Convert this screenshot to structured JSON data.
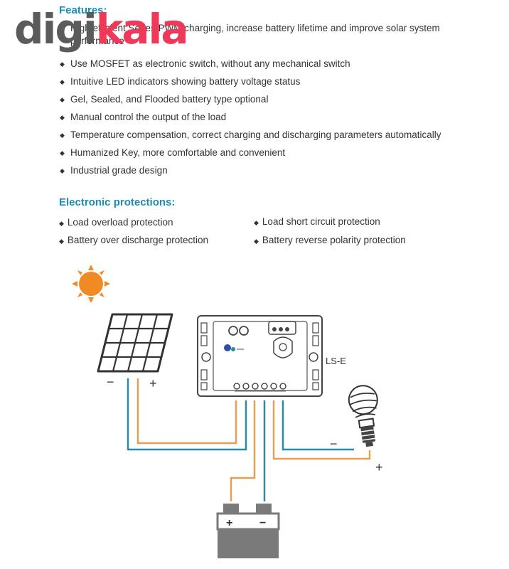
{
  "logo": {
    "part1": "digi",
    "part2": "kala"
  },
  "features": {
    "title": "Features:",
    "items": [
      "High efficient Series PWM charging, increase battery lifetime and improve solar system performance",
      "Use MOSFET as electronic switch, without any mechanical switch",
      "Intuitive LED indicators showing battery voltage status",
      "Gel, Sealed, and Flooded battery type optional",
      "Manual control the output of the load",
      "Temperature compensation, correct charging and discharging parameters automatically",
      "Humanized  Key, more comfortable and convenient",
      "Industrial grade design"
    ]
  },
  "protections": {
    "title": "Electronic protections:",
    "items": [
      "Load overload protection",
      "Load short circuit protection",
      "Battery over discharge protection",
      "Battery reverse polarity protection"
    ]
  },
  "diagram": {
    "controller_label": "LS-E",
    "panel_minus": "−",
    "panel_plus": "+",
    "load_minus": "−",
    "load_plus": "+",
    "battery_plus": "+",
    "battery_minus": "−",
    "colors": {
      "orange": "#e6a052",
      "teal": "#2e8aa0",
      "sun": "#f08a24",
      "battery": "#7a7a7a"
    }
  }
}
